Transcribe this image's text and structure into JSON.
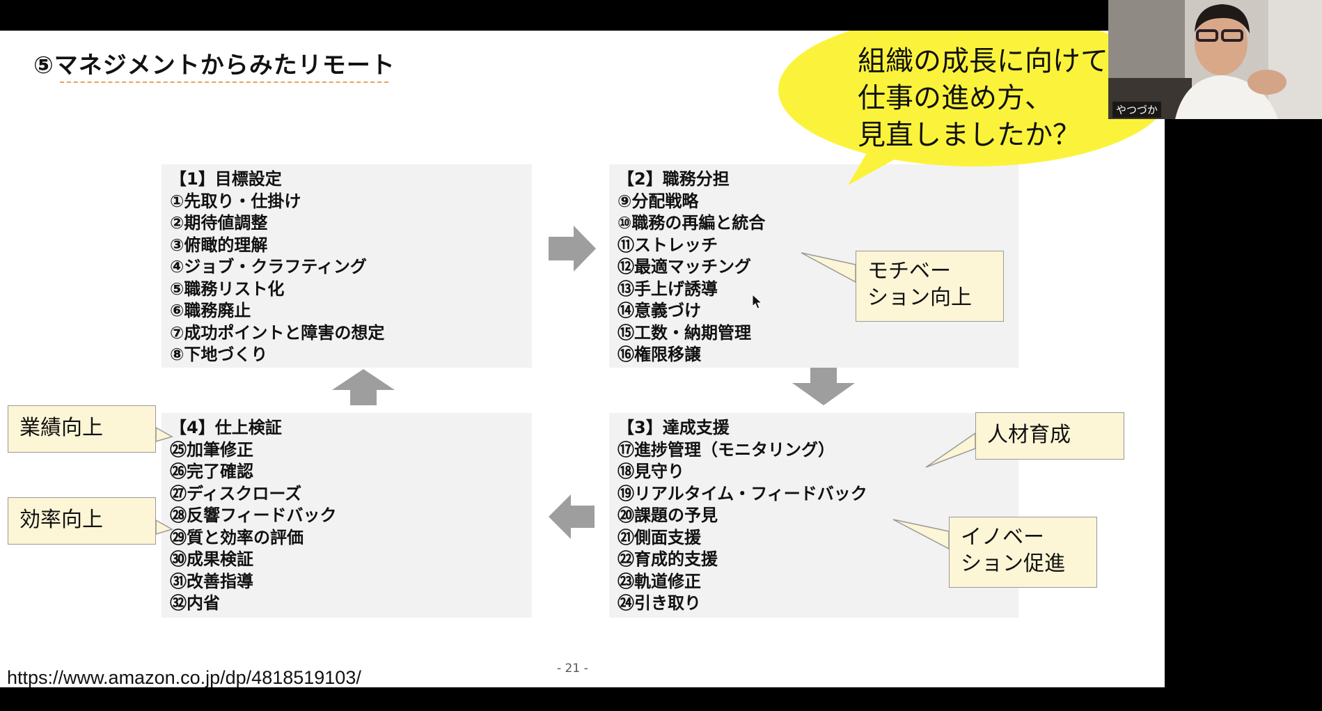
{
  "slide": {
    "title": "⑤マネジメントからみたリモート",
    "page_number": "- 21 -",
    "url": "https://www.amazon.co.jp/dp/4818519103/",
    "speech_bubble": [
      "組織の成長に向けて",
      "仕事の進め方、",
      "見直しましたか？"
    ],
    "boxes": [
      {
        "lines": [
          "【1】目標設定",
          "①先取り・仕掛け",
          "②期待値調整",
          "③俯瞰的理解",
          "④ジョブ・クラフティング",
          "⑤職務リスト化",
          "⑥職務廃止",
          "⑦成功ポイントと障害の想定",
          "⑧下地づくり"
        ]
      },
      {
        "lines": [
          "【2】職務分担",
          "⑨分配戦略",
          "⑩職務の再編と統合",
          "⑪ストレッチ",
          "⑫最適マッチング",
          "⑬手上げ誘導",
          "⑭意義づけ",
          "⑮工数・納期管理",
          "⑯権限移譲"
        ]
      },
      {
        "lines": [
          "【3】達成支援",
          "⑰進捗管理（モニタリング）",
          "⑱見守り",
          "⑲リアルタイム・フィードバック",
          "⑳課題の予見",
          "㉑側面支援",
          "㉒育成的支援",
          "㉓軌道修正",
          "㉔引き取り"
        ]
      },
      {
        "lines": [
          "【4】仕上検証",
          "㉕加筆修正",
          "㉖完了確認",
          "㉗ディスクローズ",
          "㉘反響フィードバック",
          "㉙質と効率の評価",
          "㉚成果検証",
          "㉛改善指導",
          "㉜内省"
        ]
      }
    ],
    "callouts": {
      "motivation": [
        "モチベー",
        "ション向上"
      ],
      "talent": "人材育成",
      "innovation": [
        "イノベー",
        "ション促進"
      ],
      "performance": "業績向上",
      "efficiency": "効率向上"
    }
  },
  "webcam": {
    "participant_name": "やつづか"
  },
  "colors": {
    "bubble": "#fbf33b",
    "box_bg": "#f2f2f2",
    "arrow": "#9e9e9e",
    "callout_bg": "#fcf5d6",
    "underline": "#e8a35a"
  }
}
